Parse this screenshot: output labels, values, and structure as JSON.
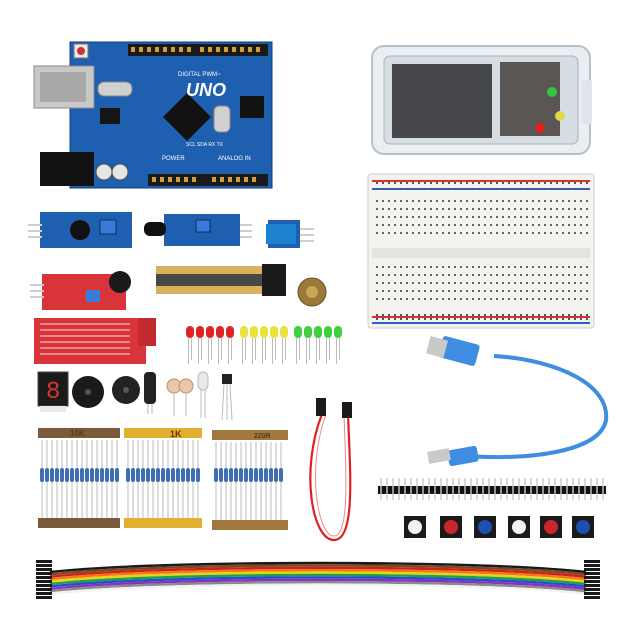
{
  "board": {
    "model": "UNO",
    "silk_digital": "DIGITAL PWM~",
    "silk_power": "POWER",
    "silk_analog": "ANALOG IN",
    "silk_pins": "SCL SDA RX TX"
  },
  "resistors": {
    "bank1_label": "10K",
    "bank2_label": "1K",
    "bank3_label": "220R"
  },
  "seven_segment": {
    "digit": "8"
  },
  "colors": {
    "pcb_blue": "#1f5fb0",
    "led_red": "#e02424",
    "led_yellow": "#e8e23a",
    "led_green": "#3fcf3f",
    "usb_cable": "#3e8de0",
    "module_red": "#d8343a",
    "breadboard": "#f2f2ee"
  },
  "icons": [
    "arduino-board",
    "breadboard",
    "usb-cable",
    "led",
    "resistor",
    "jumper-wire",
    "push-button",
    "potentiometer"
  ]
}
